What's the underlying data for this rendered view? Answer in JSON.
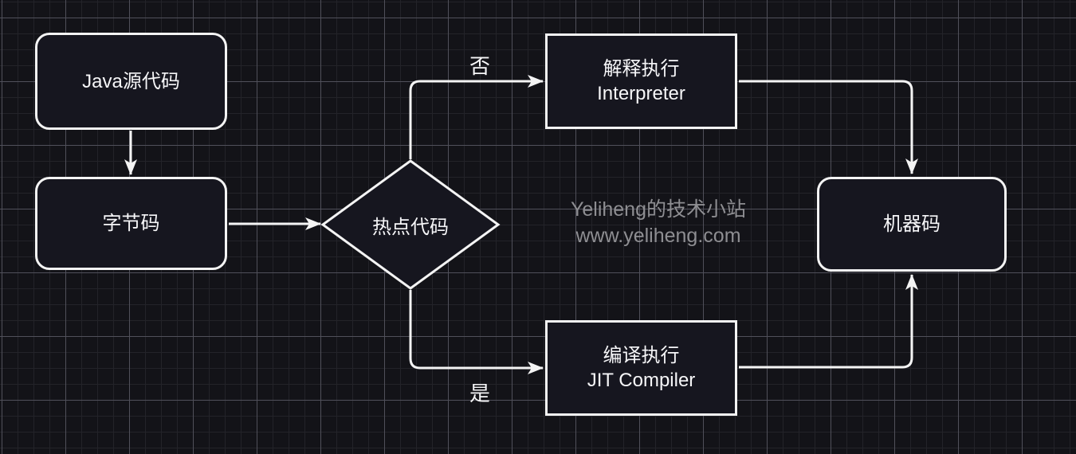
{
  "diagram": {
    "type": "flowchart",
    "topic": "JVM execution flow",
    "nodes": {
      "java_source": {
        "label": "Java源代码",
        "shape": "rounded-rect"
      },
      "bytecode": {
        "label": "字节码",
        "shape": "rounded-rect"
      },
      "hotspot_decision": {
        "label": "热点代码",
        "shape": "diamond"
      },
      "interpreter": {
        "line1": "解释执行",
        "line2": "Interpreter",
        "shape": "rect"
      },
      "jit_compiler": {
        "line1": "编译执行",
        "line2": "JIT Compiler",
        "shape": "rect"
      },
      "machine_code": {
        "label": "机器码",
        "shape": "rounded-rect"
      }
    },
    "edges": [
      {
        "from": "java_source",
        "to": "bytecode",
        "label": ""
      },
      {
        "from": "bytecode",
        "to": "hotspot_decision",
        "label": ""
      },
      {
        "from": "hotspot_decision",
        "to": "interpreter",
        "label": "否"
      },
      {
        "from": "hotspot_decision",
        "to": "jit_compiler",
        "label": "是"
      },
      {
        "from": "interpreter",
        "to": "machine_code",
        "label": ""
      },
      {
        "from": "jit_compiler",
        "to": "machine_code",
        "label": ""
      }
    ],
    "edge_labels": {
      "no": "否",
      "yes": "是"
    },
    "watermark": {
      "line1": "Yeliheng的技术小站",
      "line2": "www.yeliheng.com"
    },
    "colors": {
      "canvas_background": "#131318",
      "grid_minor": "#232329",
      "grid_major": "#50505a",
      "node_fill": "#16161f",
      "node_stroke": "#f4f4f4",
      "text": "#f6f6f8",
      "watermark_text": "#8e8e92"
    }
  }
}
